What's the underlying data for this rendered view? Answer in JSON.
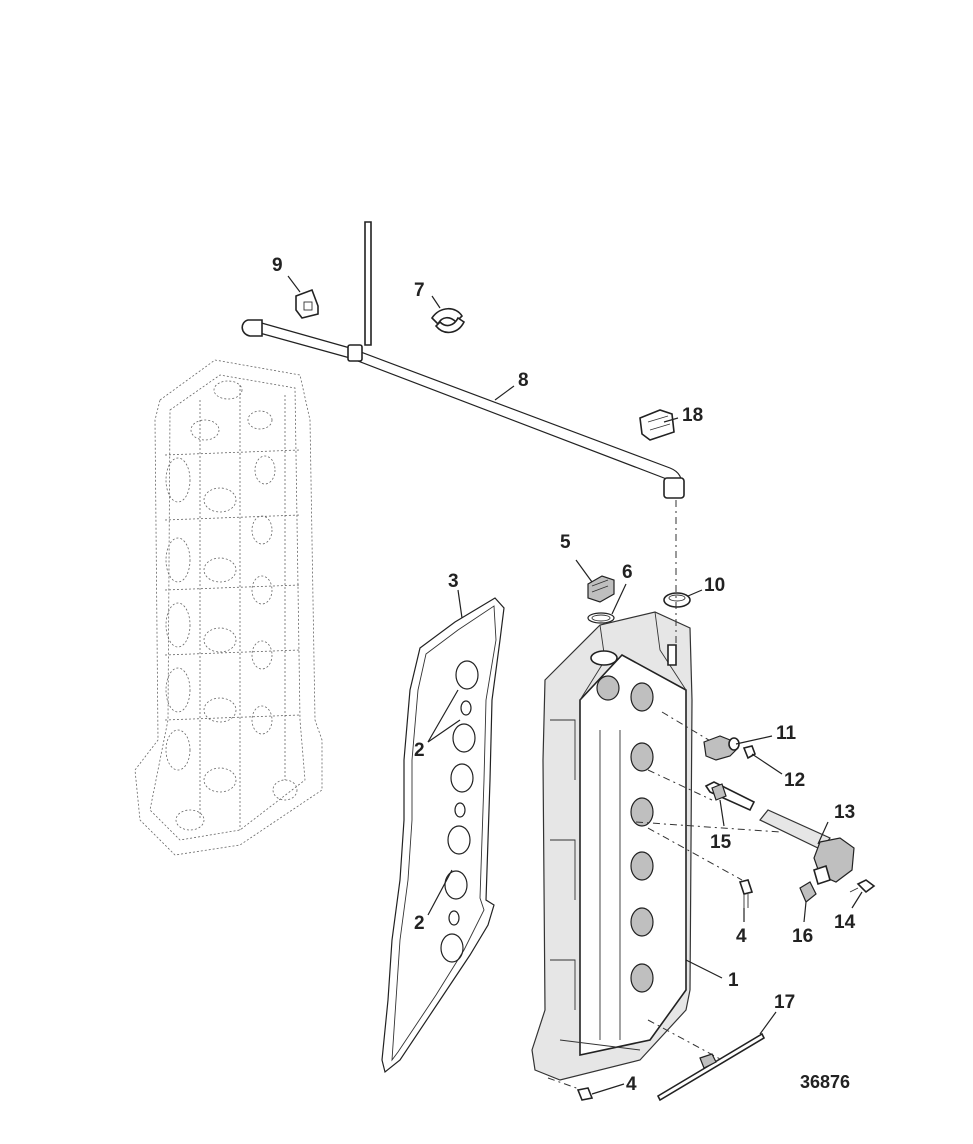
{
  "figure_number": "36876",
  "callouts": {
    "c1": "1",
    "c2a": "2",
    "c2b": "2",
    "c3": "3",
    "c4a": "4",
    "c4b": "4",
    "c5": "5",
    "c6": "6",
    "c7": "7",
    "c8": "8",
    "c9": "9",
    "c10": "10",
    "c11": "11",
    "c12": "12",
    "c13": "13",
    "c14": "14",
    "c15": "15",
    "c16": "16",
    "c17": "17",
    "c18": "18"
  }
}
